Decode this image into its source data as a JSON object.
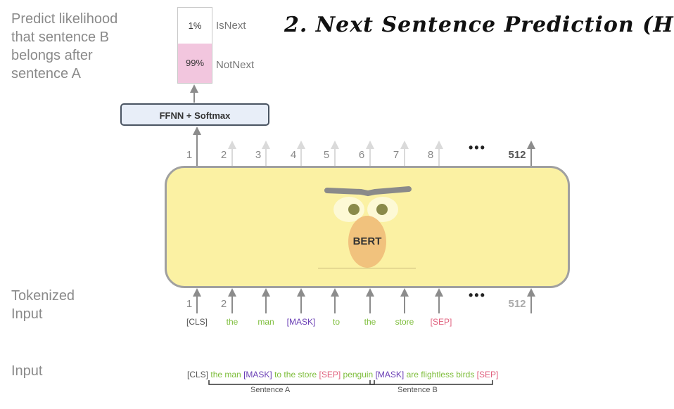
{
  "heading": {
    "predict_label": [
      "Predict likelihood",
      "that sentence B",
      "belongs after",
      "sentence A"
    ],
    "handwritten_title": "2. Next Sentence Prediction (H"
  },
  "output": {
    "isnext_pct": "1%",
    "isnext_label": "IsNext",
    "notnext_pct": "99%",
    "notnext_label": "NotNext",
    "ffnn_label": "FFNN + Softmax"
  },
  "bert": {
    "label": "BERT"
  },
  "positions_top": [
    "1",
    "2",
    "3",
    "4",
    "5",
    "6",
    "7",
    "8",
    "512"
  ],
  "positions_bottom": [
    "1",
    "2",
    "512"
  ],
  "ellipsis": "•••",
  "tokenized_label": [
    "Tokenized",
    "Input"
  ],
  "tokens": [
    "[CLS]",
    "the",
    "man",
    "[MASK]",
    "to",
    "the",
    "store",
    "[SEP]"
  ],
  "input_label": "Input",
  "input_sentence": {
    "parts": [
      "[CLS]",
      "the man",
      "[MASK]",
      "to the store",
      "[SEP]",
      "penguin",
      "[MASK]",
      "are flightless birds",
      "[SEP]"
    ]
  },
  "sentence_a_label": "Sentence A",
  "sentence_b_label": "Sentence B",
  "colors": {
    "green": "#7dbd3a",
    "purple": "#6a3fb5",
    "red": "#e0607e",
    "bert_fill": "#fbf1a3",
    "notnext_fill": "#f2c6de"
  }
}
